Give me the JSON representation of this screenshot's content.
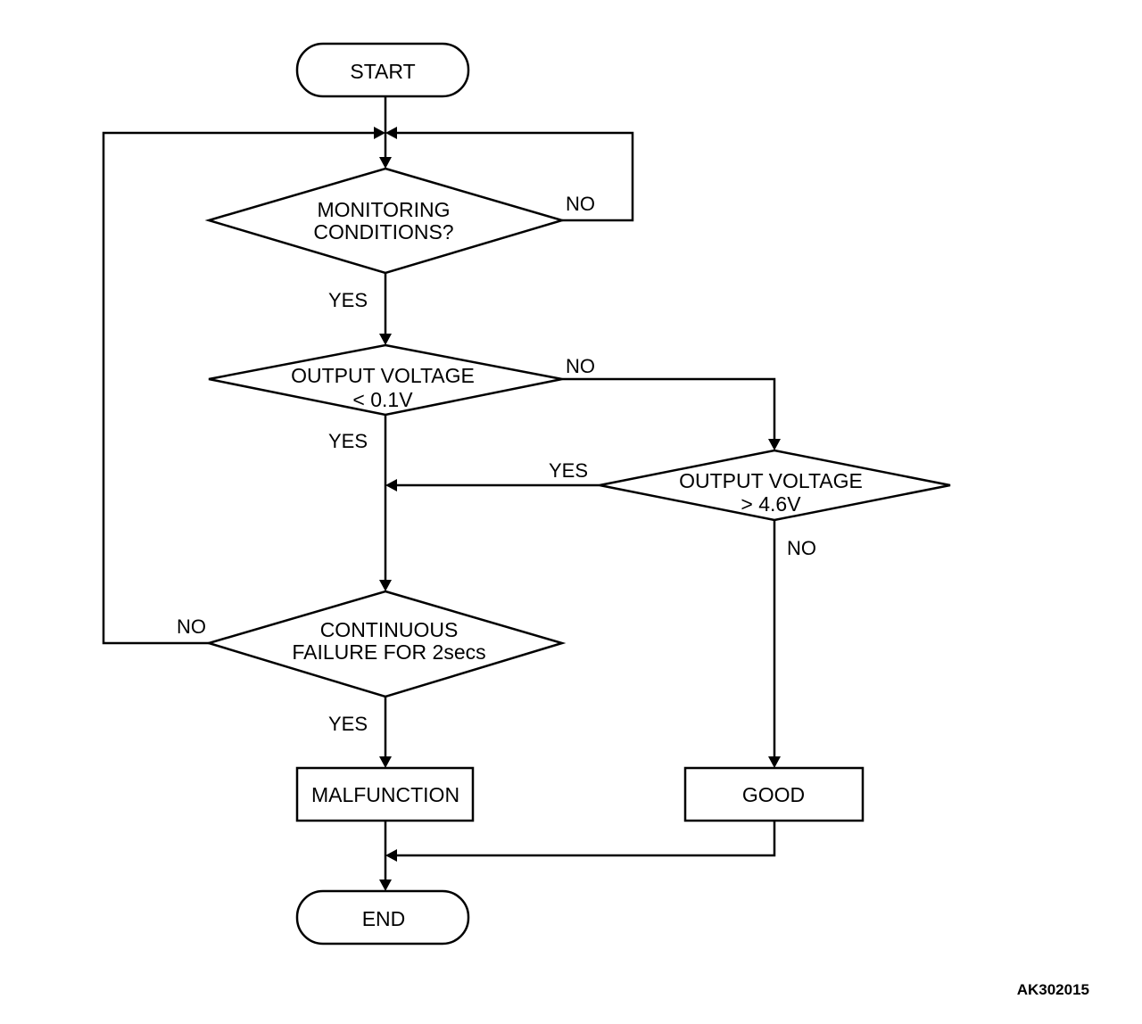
{
  "nodes": {
    "start": "START",
    "monitoring_line1": "MONITORING",
    "monitoring_line2": "CONDITIONS?",
    "low_v_line1": "OUTPUT VOLTAGE",
    "low_v_line2": "< 0.1V",
    "high_v_line1": "OUTPUT VOLTAGE",
    "high_v_line2": "> 4.6V",
    "continuous_line1": "CONTINUOUS",
    "continuous_line2": "FAILURE FOR 2secs",
    "malfunction": "MALFUNCTION",
    "good": "GOOD",
    "end": "END"
  },
  "edges": {
    "monitoring_no": "NO",
    "monitoring_yes": "YES",
    "low_v_no": "NO",
    "low_v_yes": "YES",
    "high_v_yes": "YES",
    "high_v_no": "NO",
    "continuous_no": "NO",
    "continuous_yes": "YES"
  },
  "figure_code": "AK302015"
}
